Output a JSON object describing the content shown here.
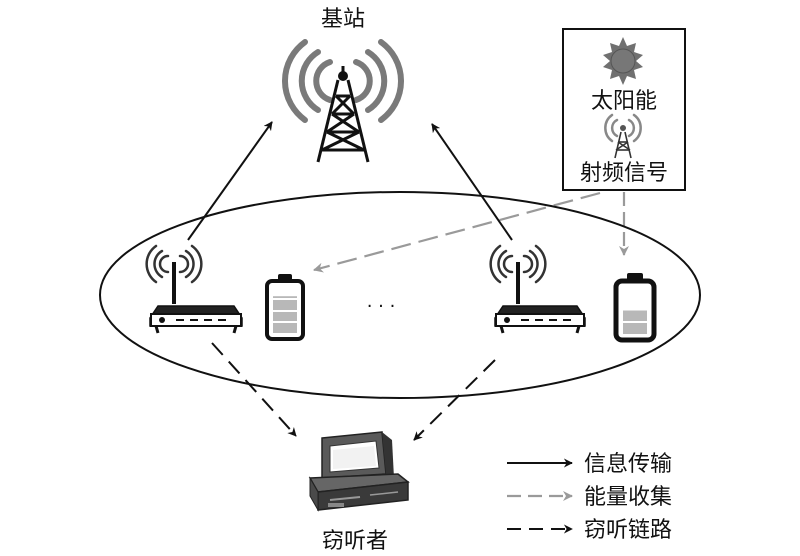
{
  "base_station": {
    "label": "基站"
  },
  "energy_sources": {
    "solar": "太阳能",
    "rf": "射频信号"
  },
  "ellipsis": "· · ·",
  "eavesdropper": {
    "label": "窃听者"
  },
  "legend": {
    "info": "信息传输",
    "energy": "能量收集",
    "eavesdrop": "窃听链路"
  },
  "colors": {
    "ink": "#111111",
    "energy_arrow": "#9a9a9a",
    "battery_fill": "#b8b8b8",
    "sun": "#707070"
  },
  "batteries": {
    "left_level": 0.8,
    "right_level": 0.5
  }
}
